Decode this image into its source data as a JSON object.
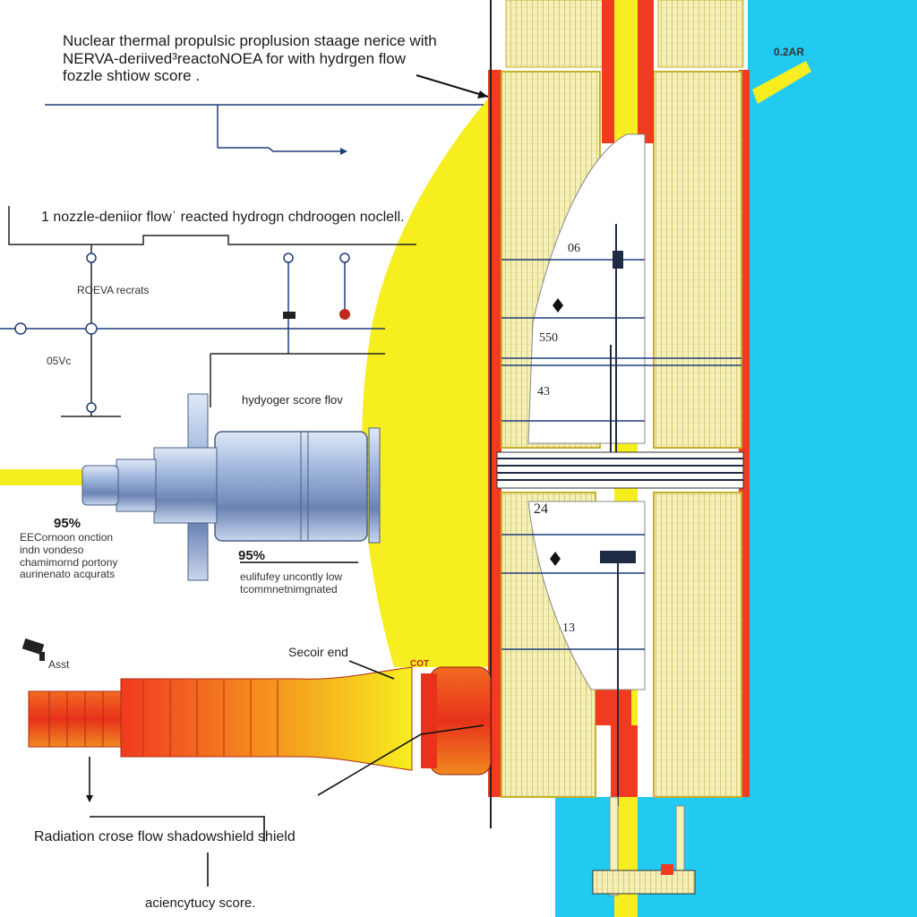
{
  "labels": {
    "title_line1": "Nuclear thermal  propulsic proplusion staage nerice with",
    "title_line2": "NERVA-deriived³reactoNOEA for  with hydrgen flow",
    "title_line3": "fozzle shtiow score .",
    "subtitle": "1 nozzle-deniior flowʿ reacted  hydrogn chdroogen noclell.",
    "noeva": "ROEVA recrats",
    "voltage": "05Vc",
    "hydrogen_flow": "hydyoger score flov",
    "pct_left": "95%",
    "note_left_1": "EECornoon onction",
    "note_left_2": "indn vondeso",
    "note_left_3": "chamimornd portony",
    "note_left_4": "aurinenato acqurats",
    "pct_mid": "95%",
    "note_mid_1": "eulifufey uncontly low",
    "note_mid_2": "tcommnetnimgnated",
    "camera_tag": "Asst",
    "secoir_end": "Secoir end",
    "cot": "COT",
    "top_right": "0.2AR",
    "core_06": "06",
    "core_550": "550",
    "core_43": "43",
    "core_24": "24",
    "core_13": "13",
    "caption": "Radiation crose flow shadowshield shield",
    "footer": "aciencytucy score."
  },
  "colors": {
    "sky": "#22c9f0",
    "glow": "#f7ee1f",
    "core_fill": "#f5f0b8",
    "core_stroke": "#c7b12a",
    "hot_red": "#ef3b1f",
    "hot_orange": "#f59a1e",
    "steel": "#8fa8cf",
    "line": "#1f3b7a"
  }
}
